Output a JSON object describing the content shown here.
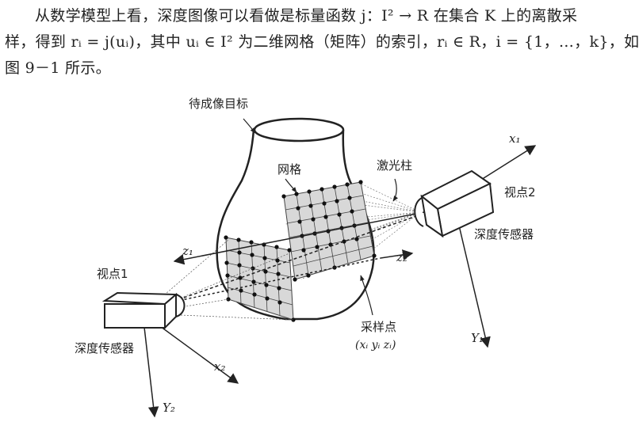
{
  "paragraph": {
    "line1": "从数学模型上看，深度图像可以看做是标量函数 j：I² → R 在集合 K 上的离散采",
    "line2": "样，得到 rᵢ = j(uᵢ)，其中 uᵢ ∈ I² 为二维网格（矩阵）的索引，rᵢ ∈ R，i = {1，…，k}，如",
    "line3": "图 9－1 所示。"
  },
  "figure": {
    "labels": {
      "target": "待成像目标",
      "grid": "网格",
      "laser": "激光柱",
      "viewpoint1": "视点1",
      "viewpoint2": "视点2",
      "sensor1": "深度传感器",
      "sensor2": "深度传感器",
      "sample_point": "采样点",
      "sample_coords": "(xᵢ yᵢ zᵢ)"
    },
    "axes": {
      "z1": "z₁",
      "z2": "z₂",
      "x1": "x₁",
      "y1": "Y₁",
      "x2": "x₂",
      "y2": "Y₂"
    }
  }
}
